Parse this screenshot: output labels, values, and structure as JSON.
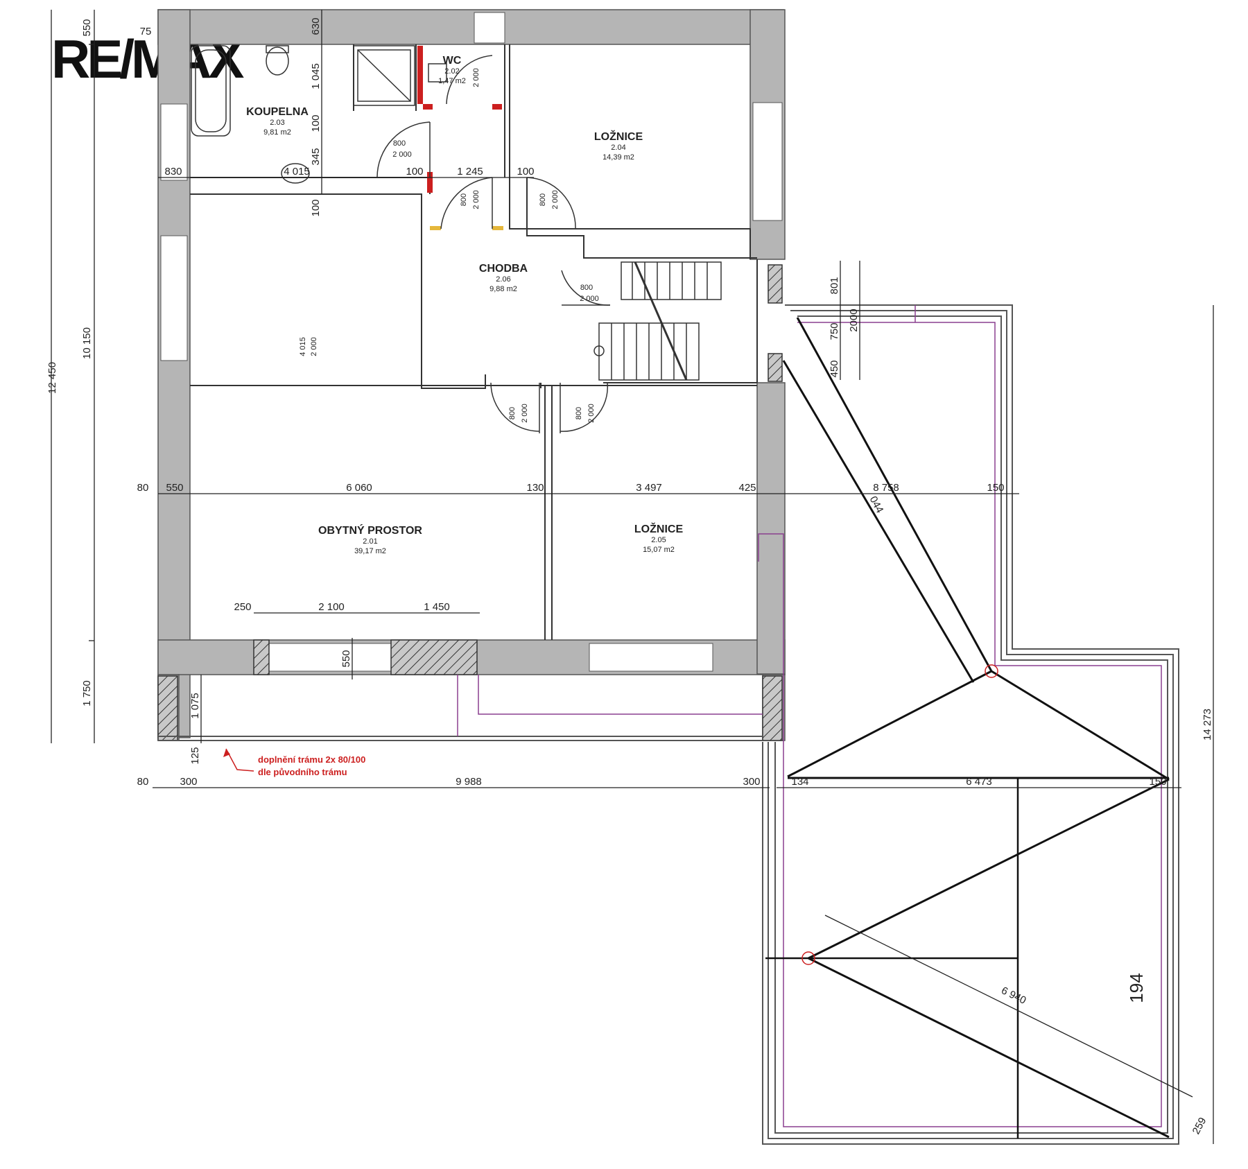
{
  "brand": {
    "logo_text": "RE/MAX"
  },
  "rooms": [
    {
      "name": "KOUPELNA",
      "number": "2.03",
      "area": "9,81 m2"
    },
    {
      "name": "WC",
      "number": "2.02",
      "area": "1,47 m2"
    },
    {
      "name": "LOŽNICE",
      "number": "2.04",
      "area": "14,39 m2"
    },
    {
      "name": "CHODBA",
      "number": "2.06",
      "area": "9,88 m2"
    },
    {
      "name": "OBYTNÝ PROSTOR",
      "number": "2.01",
      "area": "39,17 m2"
    },
    {
      "name": "LOŽNICE",
      "number": "2.05",
      "area": "15,07 m2"
    }
  ],
  "dimensions": {
    "left_total": "12 450",
    "left_inner": "10 150",
    "left_bottom": "1 750",
    "left_top": "550",
    "top_75": "75",
    "vertical_630": "630",
    "vertical_1045": "1 045",
    "vertical_100_a": "100",
    "vertical_345": "345",
    "vertical_100_b": "100",
    "mid_830": "830",
    "mid_4015": "4 015",
    "mid_100_a": "100",
    "mid_1245": "1 245",
    "mid_100_b": "100",
    "row_80": "80",
    "row_550": "550",
    "row_6060": "6 060",
    "row_130": "130",
    "row_3497": "3 497",
    "row_425": "425",
    "row_8758": "8 758",
    "row_150": "150",
    "win_250": "250",
    "win_2100": "2 100",
    "win_1450": "1 450",
    "win_550": "550",
    "bal_1075": "1 075",
    "bal_125": "125",
    "bot_80": "80",
    "bot_300_a": "300",
    "bot_9988": "9 988",
    "bot_300_b": "300",
    "ter_134": "134",
    "ter_6473": "6 473",
    "ter_150": "150",
    "right_14273": "14 273",
    "stair_801": "801",
    "stair_750": "750",
    "stair_2000": "2000",
    "stair_450": "450",
    "diag_044": "044",
    "diag_6940": "6 940",
    "big_194": "194",
    "corner_259": "259",
    "door_800": "800",
    "door_2000": "2 000",
    "door_2000_v": "2 000",
    "opening_4015": "4 015",
    "opening_2000": "2 000",
    "wc_height": "2 000"
  },
  "notes": {
    "beam_line1": "doplnění trámu  2x 80/100",
    "beam_line2": "dle původního trámu"
  },
  "colors": {
    "wall": "#b5b5b5",
    "outline": "#333333",
    "accent_red": "#cc1f1f",
    "accent_purple": "#8a3f8f",
    "accent_yellow": "#e5b73b"
  }
}
